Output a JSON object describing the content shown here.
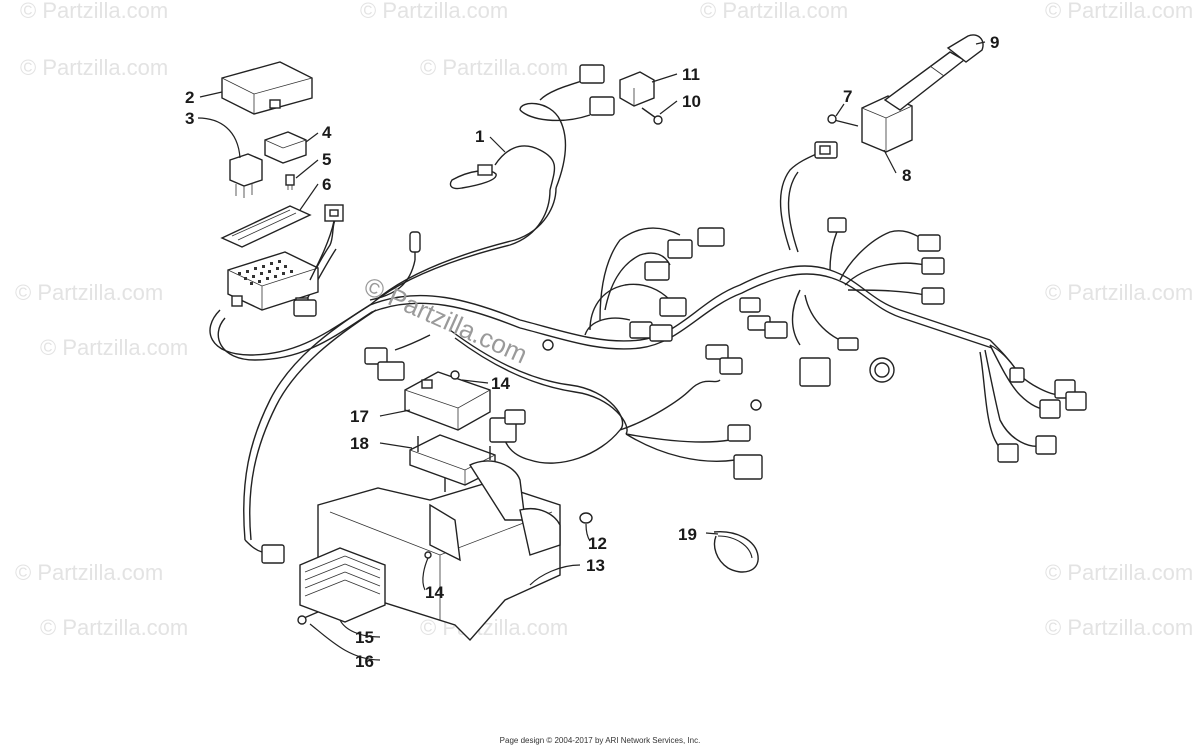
{
  "watermark": {
    "site": "© Partzilla.com",
    "center": "© Partzilla.com"
  },
  "callouts": [
    "1",
    "2",
    "3",
    "4",
    "5",
    "6",
    "7",
    "8",
    "9",
    "10",
    "11",
    "12",
    "13",
    "14",
    "14",
    "15",
    "16",
    "17",
    "18",
    "19"
  ],
  "footer": "Page design © 2004-2017 by ARI Network Services, Inc."
}
